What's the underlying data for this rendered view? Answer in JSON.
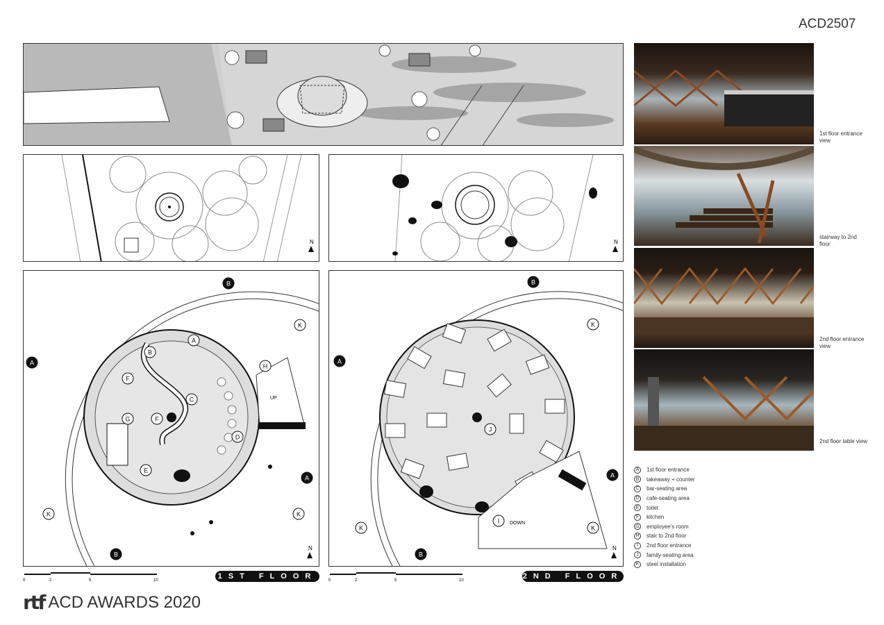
{
  "project_code": "ACD2507",
  "floors": {
    "first": "1ST FLOOR",
    "second": "2ND FLOOR"
  },
  "scale_ticks": [
    "0",
    "2",
    "5",
    "10"
  ],
  "north_label": "N",
  "plan_labels": {
    "up": "UP",
    "down": "DOWN"
  },
  "renders": [
    {
      "caption": "1st floor entrance view"
    },
    {
      "caption": "stairway to 2nd floor"
    },
    {
      "caption": "2nd floor entrance view"
    },
    {
      "caption": "2nd floor table view"
    }
  ],
  "legend": [
    {
      "key": "A",
      "label": "1st floor entrance"
    },
    {
      "key": "B",
      "label": "takeaway + counter"
    },
    {
      "key": "C",
      "label": "bar-seating area"
    },
    {
      "key": "D",
      "label": "cafe-seating area"
    },
    {
      "key": "E",
      "label": "toilet"
    },
    {
      "key": "F",
      "label": "kitchen"
    },
    {
      "key": "G",
      "label": "employee's room"
    },
    {
      "key": "H",
      "label": "stair to 2nd floor"
    },
    {
      "key": "I",
      "label": "2nd floor entrance"
    },
    {
      "key": "J",
      "label": "family-seating area"
    },
    {
      "key": "K",
      "label": "steel installation"
    }
  ],
  "logo": {
    "mark": "rtf",
    "text": "ACD AWARDS 2020"
  }
}
